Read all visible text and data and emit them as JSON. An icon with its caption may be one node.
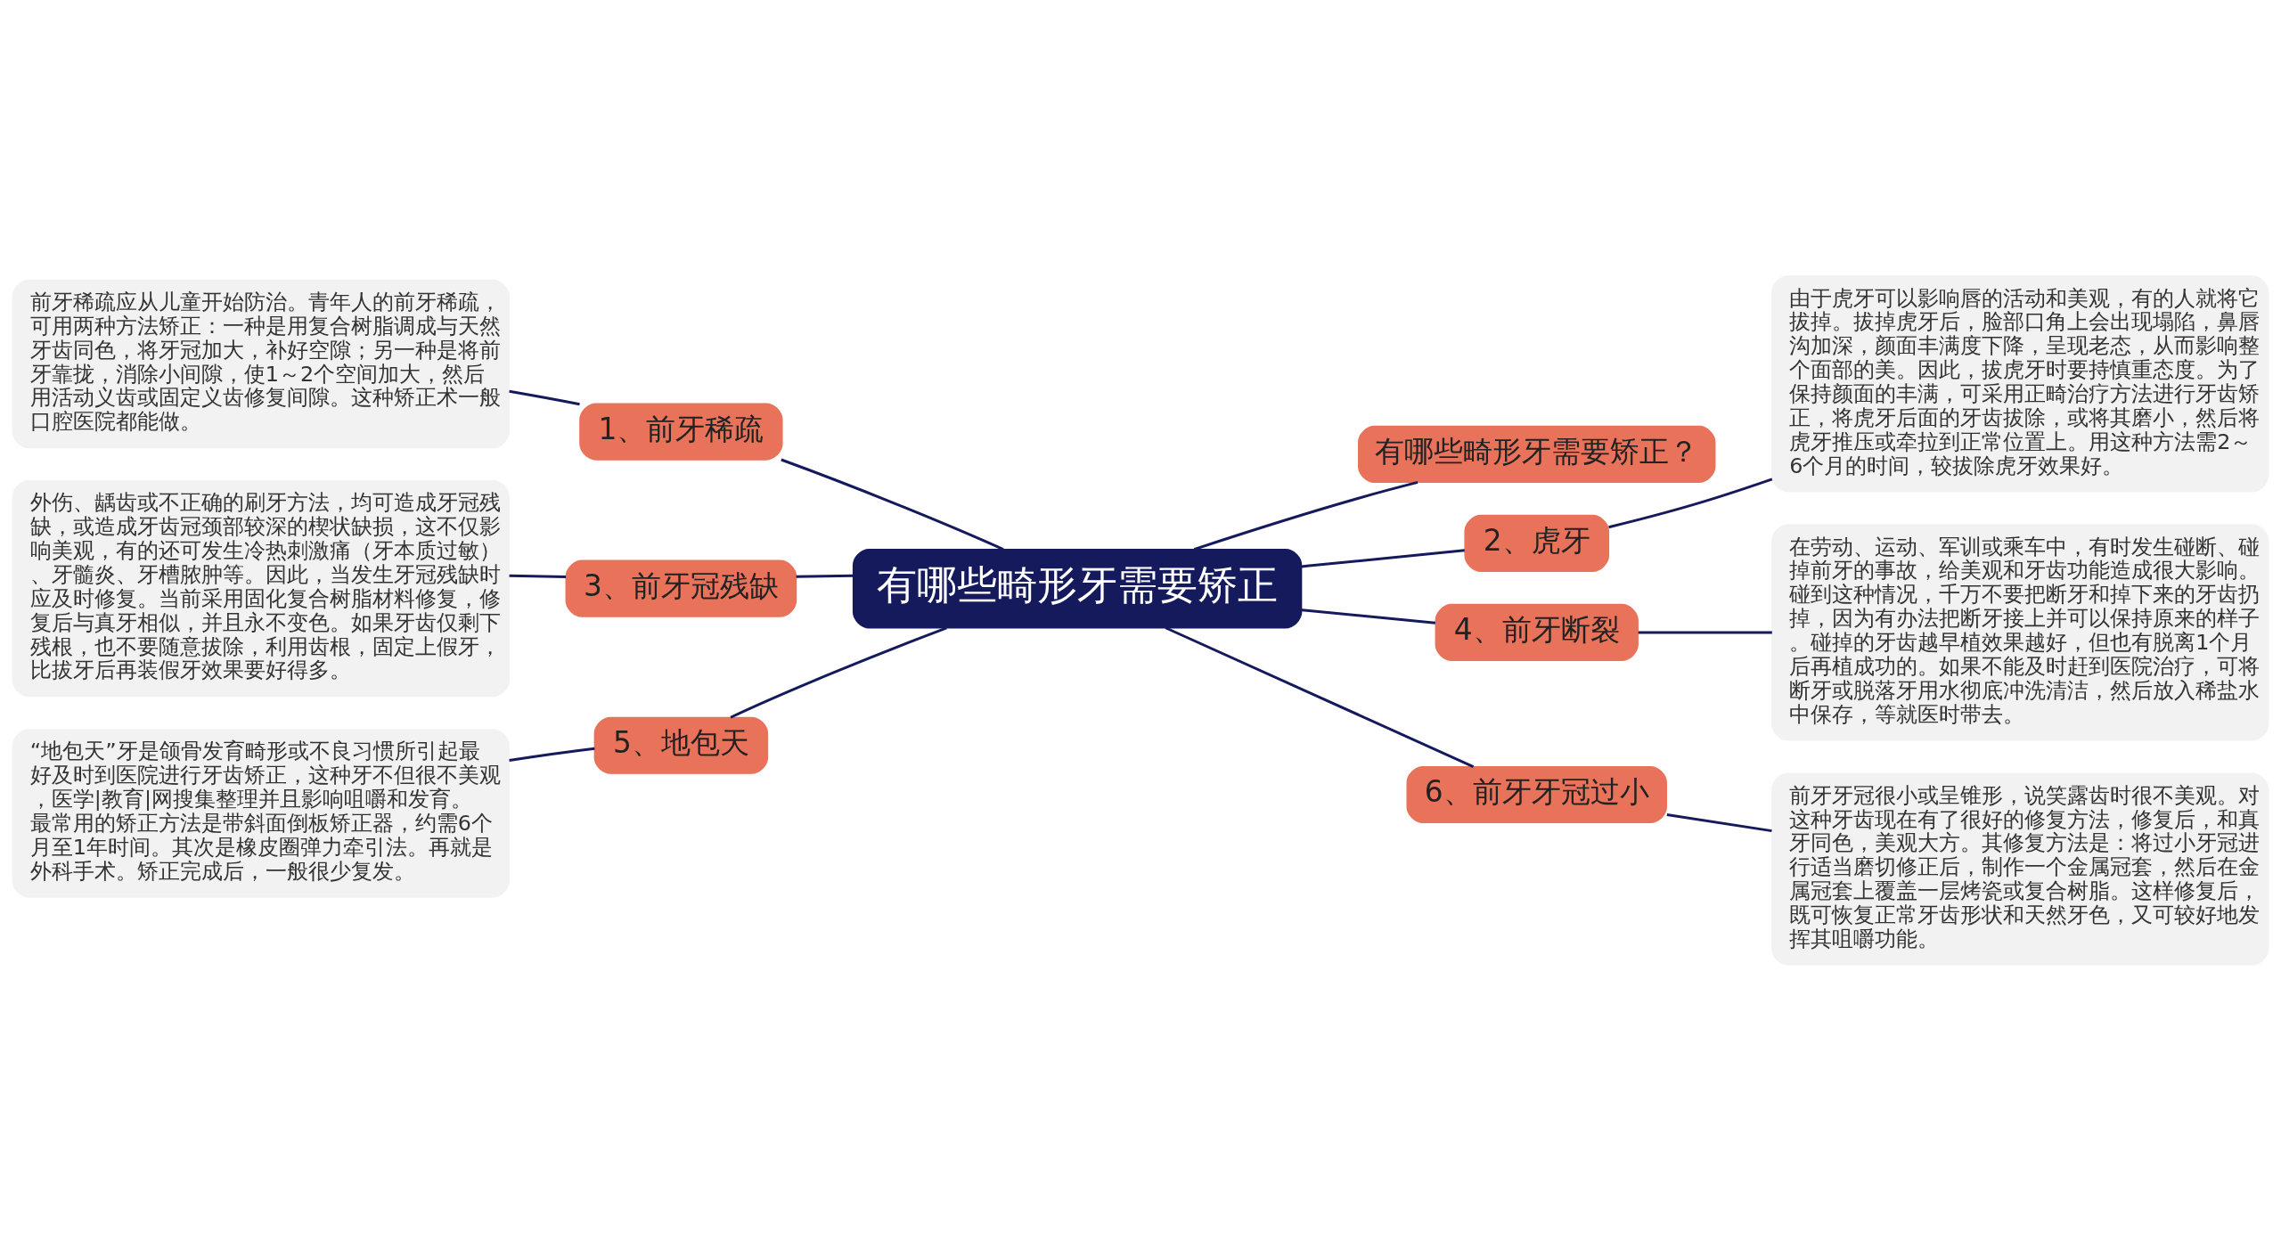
{
  "diagram": {
    "nodes": [
      {
        "text": [
          "有哪些畸形牙需要矫正"
        ]
      },
      {
        "text": [
          "有哪些畸形牙需要矫正？"
        ]
      },
      {
        "text": [
          "1、前牙稀疏"
        ]
      },
      {
        "text": [
          "前牙稀疏应从儿童开始防治。青年人的前牙稀疏，可用两种方法矫正：一种是用复合树脂调成与天然牙齿同色，将牙冠加大，补好空隙；另一种是将前牙靠拢，消除小间隙，使1～2个空间加大，然后用活动义齿或固定义齿修复间隙。这种矫正术一般口腔医院都能做。"
        ]
      },
      {
        "text": [
          "2、虎牙"
        ]
      },
      {
        "text": [
          "由于虎牙可以影响唇的活动和美观，有的人就将它拔掉。拔掉虎牙后，脸部口角上会出现塌陷，鼻唇沟加深，颜面丰满度下降，呈现老态，从而影响整个面部的美。因此，拔虎牙时要持慎重态度。为了保持颜面的丰满，可采用正畸治疗方法进行牙齿矫正，将虎牙后面的牙齿拔除，或将其磨小，然后将虎牙推压或牵拉到正常位置上。用这种方法需2～6个月的时间，较拔除虎牙效果好。"
        ]
      },
      {
        "text": [
          "3、前牙冠残缺"
        ]
      },
      {
        "text": [
          "外伤、龋齿或不正确的刷牙方法，均可造成牙冠残缺，或造成牙齿冠颈部较深的楔状缺损，这不仅影响美观，有的还可发生冷热刺激痛（牙本质过敏）、牙髓炎、牙槽脓肿等。因此，当发生牙冠残缺时应及时修复。当前采用固化复合树脂材料修复，修复后与真牙相似，并且永不变色。如果牙齿仅剩下残根，也不要随意拔除，利用齿根，固定上假牙，比拔牙后再装假牙效果要好得多。"
        ]
      },
      {
        "text": [
          "4、前牙断裂"
        ]
      },
      {
        "text": [
          "在劳动、运动、军训或乘车中，有时发生碰断、碰掉前牙的事故，给美观和牙齿功能造成很大影响。碰到这种情况，千万不要把断牙和掉下来的牙齿扔掉，因为有办法把断牙接上并可以保持原来的样子。碰掉的牙齿越早植效果越好，但也有脱离1个月后再植成功的。如果不能及时赶到医院治疗，可将断牙或脱落牙用水彻底冲洗清洁，然后放入稀盐水中保存，等就医时带去。"
        ]
      },
      {
        "text": [
          "5、地包天"
        ]
      },
      {
        "text": [
          "“地包天”牙是颌骨发育畸形或不良习惯所引起最好及时到医院进行牙齿矫正，这种牙不但很不美观，医学|教育|网搜集整理并且影响咀嚼和发育。最常用的矫正方法是带斜面倒板矫正器，约需6个月至1年时间。其次是橡皮圈弹力牵引法。再就是外科手术。矫正完成后，一般很少复发。"
        ]
      },
      {
        "text": [
          "6、前牙牙冠过小"
        ]
      },
      {
        "text": [
          "前牙牙冠很小或呈锥形，说笑露齿时很不美观。对这种牙齿现在有了很好的修复方法，修复后，和真牙同色，美观大方。其修复方法是：将过小牙冠进行适当磨切修正后，制作一个金属冠套，然后在金属冠套上覆盖一层烤瓷或复合树脂。这样修复后，既可恢复正常牙齿形状和天然牙色，又可较好地发挥其咀嚼功能。"
        ]
      }
    ],
    "edges": [
      {
        "from": 0,
        "to": 1,
        "arrow": "none"
      },
      {
        "from": 0,
        "to": 2,
        "arrow": "none"
      },
      {
        "from": 2,
        "to": 3,
        "arrow": "none"
      },
      {
        "from": 0,
        "to": 4,
        "arrow": "none"
      },
      {
        "from": 4,
        "to": 5,
        "arrow": "none"
      },
      {
        "from": 0,
        "to": 6,
        "arrow": "none"
      },
      {
        "from": 6,
        "to": 7,
        "arrow": "none"
      },
      {
        "from": 0,
        "to": 8,
        "arrow": "none"
      },
      {
        "from": 8,
        "to": 9,
        "arrow": "none"
      },
      {
        "from": 0,
        "to": 10,
        "arrow": "none"
      },
      {
        "from": 10,
        "to": 11,
        "arrow": "none"
      },
      {
        "from": 0,
        "to": 12,
        "arrow": "none"
      },
      {
        "from": 12,
        "to": 13,
        "arrow": "none"
      }
    ]
  }
}
